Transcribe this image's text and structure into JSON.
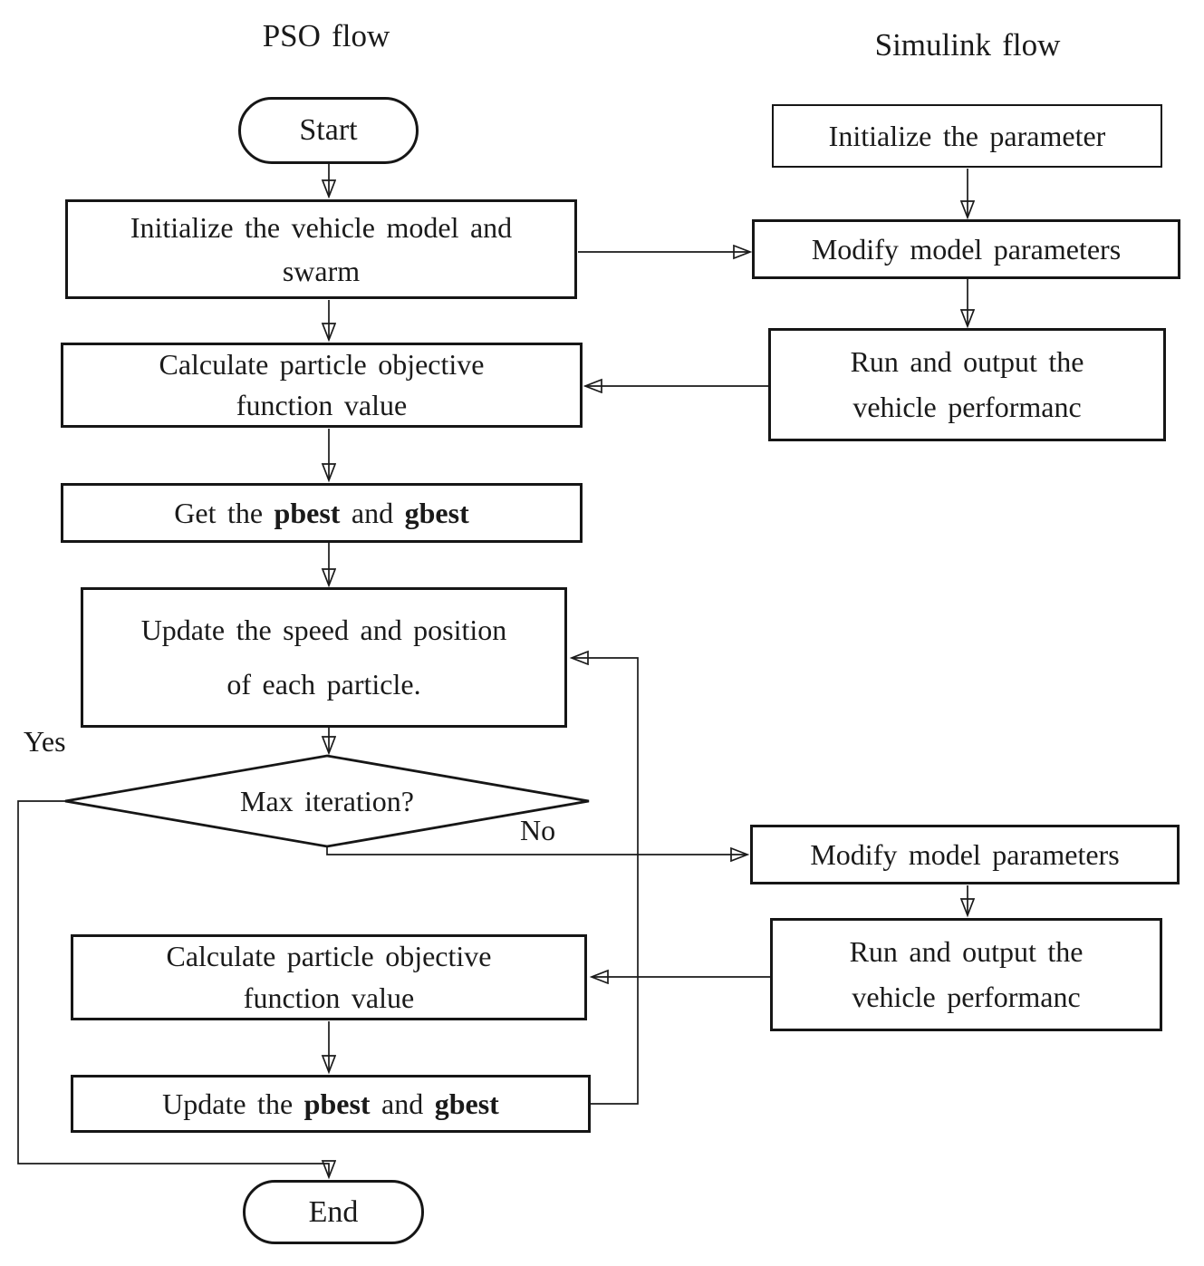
{
  "diagram": {
    "title_left": "PSO flow",
    "title_right": "Simulink flow",
    "colors": {
      "line": "#1a1a1a",
      "box_border": "#161616",
      "box_fill": "#ffffff",
      "text": "#1a1a1a"
    },
    "edge_labels": {
      "yes": "Yes",
      "no": "No"
    },
    "nodes": {
      "start": {
        "type": "terminator",
        "label": "Start"
      },
      "init_vehicle": {
        "type": "process",
        "lines": [
          "Initialize the vehicle model and",
          "swarm"
        ]
      },
      "calc_objective_1": {
        "type": "process",
        "lines": [
          "Calculate particle objective",
          "function value"
        ]
      },
      "get_best": {
        "type": "process",
        "segments": [
          {
            "text": "Get the ",
            "bold": false
          },
          {
            "text": "pbest",
            "bold": true
          },
          {
            "text": " and ",
            "bold": false
          },
          {
            "text": "gbest",
            "bold": true
          }
        ]
      },
      "update_speed": {
        "type": "process",
        "lines": [
          "Update the speed and position",
          "of each particle."
        ]
      },
      "max_iteration": {
        "type": "decision",
        "label": "Max iteration?"
      },
      "calc_objective_2": {
        "type": "process",
        "lines": [
          "Calculate particle objective",
          "function value"
        ]
      },
      "update_best": {
        "type": "process",
        "segments": [
          {
            "text": "Update the ",
            "bold": false
          },
          {
            "text": "pbest",
            "bold": true
          },
          {
            "text": " and ",
            "bold": false
          },
          {
            "text": "gbest",
            "bold": true
          }
        ]
      },
      "end": {
        "type": "terminator",
        "label": "End"
      },
      "init_param": {
        "type": "process",
        "lines": [
          "Initialize the parameter"
        ]
      },
      "modify_params_1": {
        "type": "process",
        "lines": [
          "Modify model parameters"
        ]
      },
      "run_output_1": {
        "type": "process",
        "lines": [
          "Run and output the",
          "vehicle performanc"
        ]
      },
      "modify_params_2": {
        "type": "process",
        "lines": [
          "Modify model parameters"
        ]
      },
      "run_output_2": {
        "type": "process",
        "lines": [
          "Run and output the",
          "vehicle performanc"
        ]
      }
    }
  }
}
